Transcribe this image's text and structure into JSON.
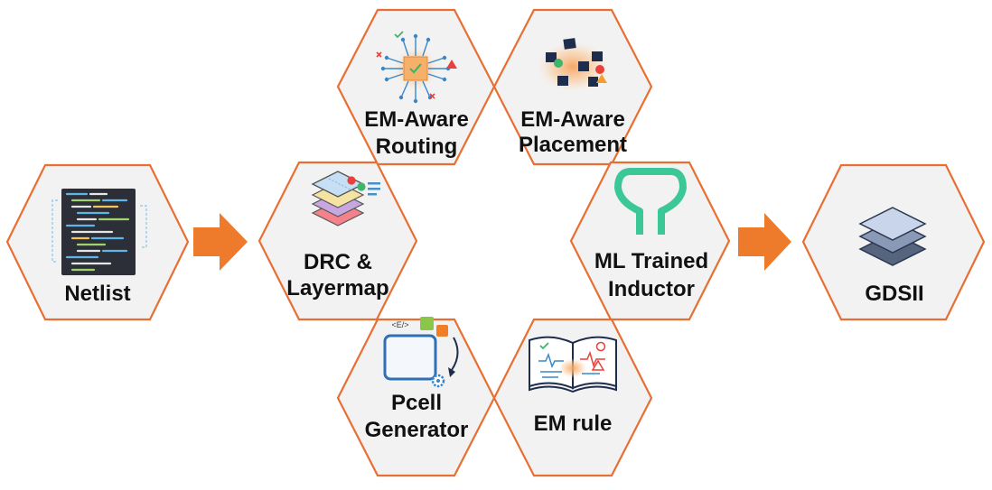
{
  "colors": {
    "hex_border": "#e86f33",
    "hex_fill": "#f2f2f2",
    "arrow": "#ee7a2b",
    "inductor": "#3cc896",
    "text": "#111111"
  },
  "nodes": {
    "netlist": {
      "label": "Netlist",
      "icon": "netlist-code-icon"
    },
    "em_routing": {
      "line1": "EM-Aware",
      "line2": "Routing",
      "icon": "routing-chip-icon"
    },
    "em_placement": {
      "line1": "EM-Aware",
      "line2": "Placement",
      "icon": "placement-blocks-icon"
    },
    "drc": {
      "line1": "DRC &",
      "line2": "Layermap",
      "icon": "layer-stack-icon"
    },
    "ml_inductor": {
      "line1": "ML Trained",
      "line2": "Inductor",
      "icon": "inductor-icon"
    },
    "pcell": {
      "line1": "Pcell",
      "line2": "Generator",
      "icon": "pcell-generator-icon",
      "code_tag": "<E/>"
    },
    "em_rule": {
      "label": "EM rule",
      "icon": "rule-book-icon"
    },
    "gdsii": {
      "label": "GDSII",
      "icon": "gds-stack-icon"
    }
  }
}
